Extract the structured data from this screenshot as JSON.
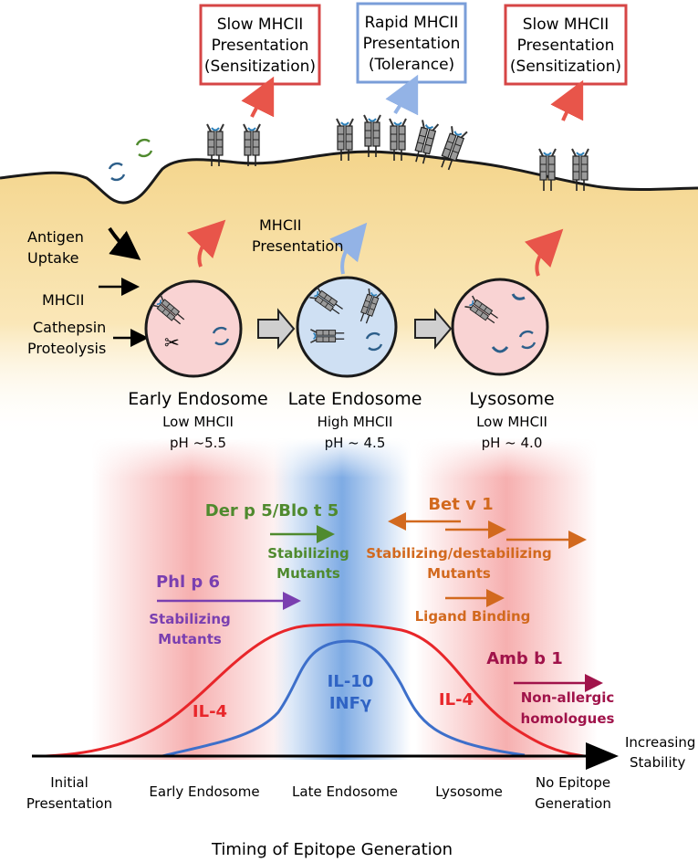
{
  "top_boxes": [
    {
      "line1": "Slow MHCII",
      "line2": "Presentation",
      "line3": "(Sensitization)",
      "color": "#d64545"
    },
    {
      "line1": "Rapid MHCII",
      "line2": "Presentation",
      "line3": "(Tolerance)",
      "color": "#7a9ed8"
    },
    {
      "line1": "Slow MHCII",
      "line2": "Presentation",
      "line3": "(Sensitization)",
      "color": "#d64545"
    }
  ],
  "cell_labels": {
    "antigen_uptake_1": "Antigen",
    "antigen_uptake_2": "Uptake",
    "mhcii": "MHCII",
    "cathepsin_1": "Cathepsin",
    "cathepsin_2": "Proteolysis",
    "presentation_1": "MHCII",
    "presentation_2": "Presentation"
  },
  "compartments": [
    {
      "name": "Early Endosome",
      "mhc": "Low MHCII",
      "ph": "pH ~5.5",
      "fill": "#f9d3d3"
    },
    {
      "name": "Late Endosome",
      "mhc": "High MHCII",
      "ph": "pH ~ 4.5",
      "fill": "#cfe0f3"
    },
    {
      "name": "Lysosome",
      "mhc": "Low MHCII",
      "ph": "pH ~ 4.0",
      "fill": "#f9d3d3"
    }
  ],
  "allergens": {
    "der_p5": {
      "name": "Der p 5/Blo t 5",
      "note_1": "Stabilizing",
      "note_2": "Mutants",
      "color": "#4f8a2e"
    },
    "phl_p6": {
      "name": "Phl p 6",
      "note_1": "Stabilizing",
      "note_2": "Mutants",
      "color": "#7a3fb0"
    },
    "bet_v1": {
      "name": "Bet v 1",
      "note_1": "Stabilizing/destabilizing",
      "note_2": "Mutants",
      "note_3": "Ligand Binding",
      "color": "#d2691e"
    },
    "amb_b1": {
      "name": "Amb b 1",
      "note_1": "Non-allergic",
      "note_2": "homologues",
      "color": "#a0134a"
    }
  },
  "cytokines": {
    "il4_left": "IL-4",
    "il4_right": "IL-4",
    "il10": "IL-10",
    "infg": "INFγ",
    "red": "#e8262a",
    "blue": "#2f63c4"
  },
  "axis": {
    "arrow_label_1": "Increasing",
    "arrow_label_2": "Stability",
    "ticks": [
      {
        "line1": "Initial",
        "line2": "Presentation"
      },
      {
        "line1": "Early Endosome",
        "line2": ""
      },
      {
        "line1": "Late Endosome",
        "line2": ""
      },
      {
        "line1": "Lysosome",
        "line2": ""
      },
      {
        "line1": "No Epitope",
        "line2": "Generation"
      }
    ],
    "title": "Timing of Epitope Generation"
  }
}
